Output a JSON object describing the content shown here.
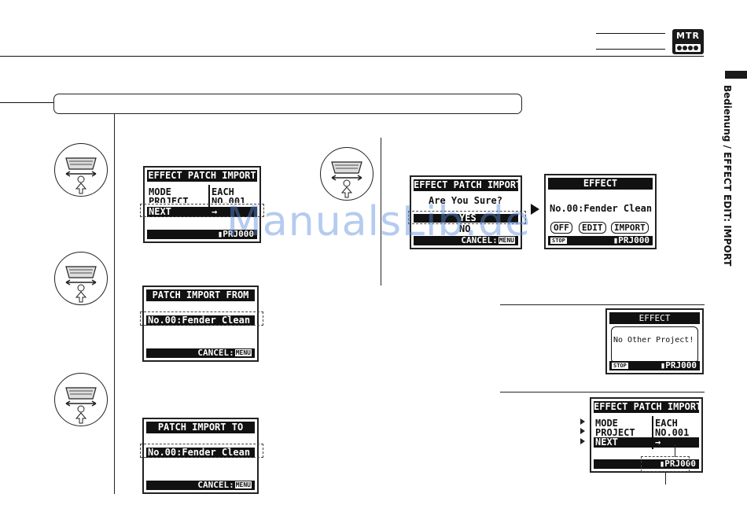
{
  "header": {
    "badge": "MTR",
    "side_label": "Bedienung / EFFECT EDIT: IMPORT"
  },
  "watermark": "ManualsLib.de",
  "screens": {
    "step1": {
      "title": "EFFECT PATCH IMPORT",
      "mode_label": "MODE",
      "mode_value": "EACH",
      "project_label": "PROJECT",
      "project_value": "NO.001",
      "next_label": "NEXT",
      "next_value": "→",
      "footer": "PRJ000"
    },
    "step2": {
      "title": "PATCH IMPORT FROM",
      "item": "No.00:Fender Clean",
      "footer": "CANCEL:",
      "menu_tag": "MENU"
    },
    "step3": {
      "title": "PATCH IMPORT TO",
      "item": "No.00:Fender Clean",
      "footer": "CANCEL:",
      "menu_tag": "MENU"
    },
    "confirm": {
      "title": "EFFECT PATCH IMPORT",
      "question": "Are You Sure?",
      "yes": "YES",
      "no": "NO",
      "footer": "CANCEL:",
      "menu_tag": "MENU"
    },
    "effect_result": {
      "title": "EFFECT",
      "patch": "No.00:Fender Clean",
      "btn_off": "OFF",
      "btn_edit": "EDIT",
      "btn_import": "IMPORT",
      "stop_tag": "STOP",
      "footer": "PRJ000"
    },
    "no_project": {
      "title": "EFFECT",
      "message": "No Other Project!",
      "stop_tag": "STOP",
      "footer": "PRJ000"
    },
    "note_screen": {
      "title": "EFFECT PATCH IMPORT",
      "mode_label": "MODE",
      "mode_value": "EACH",
      "project_label": "PROJECT",
      "project_value": "NO.001",
      "next_label": "NEXT",
      "next_value": "→",
      "footer": "PRJ000"
    }
  },
  "icons": [
    "mtr-badge-icon",
    "dial-icon",
    "folder-icon",
    "arrow-right-icon"
  ]
}
